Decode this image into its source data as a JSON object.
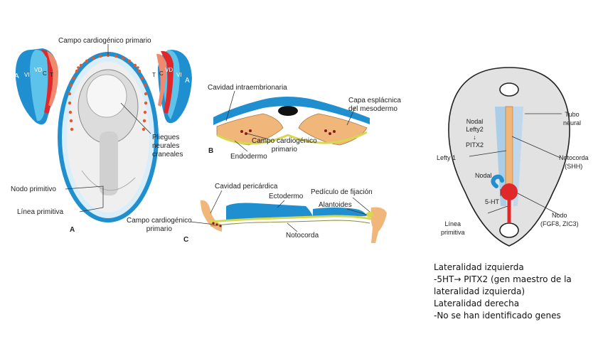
{
  "figure_left": {
    "labels": {
      "campo_primario_top": "Campo cardiogénico primario",
      "pliegues": "Pliegues\nneurales\ncraneales",
      "nodo": "Nodo primitivo",
      "linea": "Línea primitiva",
      "panel_a": "A"
    },
    "heart_left": {
      "a": "A",
      "vi": "VI",
      "vd": "VD",
      "c": "C",
      "t": "T"
    },
    "heart_right": {
      "t": "T",
      "c": "C",
      "vd": "VD",
      "vi": "VI",
      "a": "A"
    }
  },
  "figure_b": {
    "cavidad": "Cavidad intraembrionaria",
    "capa": "Capa esplácnica\ndel mesodermo",
    "campo": "Campo cardiogénico\nprimario",
    "endodermo": "Endodermo",
    "panel": "B"
  },
  "figure_c": {
    "cavidad_pericardica": "Cavidad pericárdica",
    "ectodermo": "Ectodermo",
    "pediculo": "Pedículo de fijación",
    "alantoides": "Alantoides",
    "campo": "Campo cardiogénico\nprimario",
    "notocorda": "Notocorda",
    "panel": "C"
  },
  "figure_right": {
    "nodal_lefty": "Nodal\nLefty2\n↓\nPITX2",
    "lefty1": "Lefty 1",
    "nodal": "Nodal",
    "ht": "5-HT",
    "linea": "Línea\nprimitiva",
    "tubo": "Tubo\nneural",
    "notocorda": "Notocorda\n(SHH)",
    "nodo": "Nodo\n(FGF8, ZIC3)"
  },
  "notes": [
    "Lateralidad izquierda",
    "-5HT→ PITX2 (gen maestro de la",
    "lateralidad izquierda)",
    "Lateralidad derecha",
    "-No se han identificado genes"
  ],
  "colors": {
    "blue_dark": "#1f8fd0",
    "blue_light": "#5ec3ea",
    "red": "#e0282a",
    "pink": "#f5a08a",
    "tan": "#f0b67a",
    "yolk": "#d8d850",
    "gray_embryo": "#e2e2e2"
  }
}
